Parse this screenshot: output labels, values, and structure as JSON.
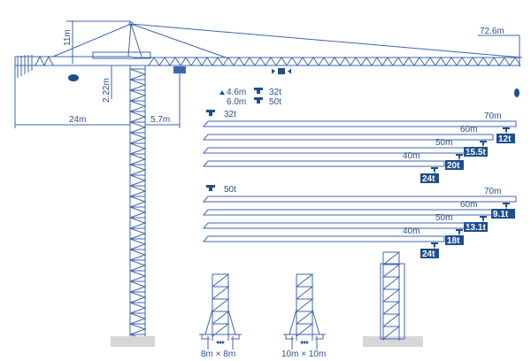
{
  "colors": {
    "line": "#3d66b0",
    "badge": "#1f4e8c",
    "ground": "#d6d6d6"
  },
  "dimensions": {
    "height_top": "11m",
    "jib_length": "72.6m",
    "counter_jib": "24m",
    "tower_offset": "5.7m",
    "trolley_height": "2.22m"
  },
  "hook_heights": [
    {
      "height": "4.6m",
      "capacity": "32t"
    },
    {
      "height": "6.0m",
      "capacity": "50t"
    }
  ],
  "load_groups": [
    {
      "hook": "32t",
      "rows": [
        {
          "radius": "70m",
          "load": "12t"
        },
        {
          "radius": "60m",
          "load": "15.5t"
        },
        {
          "radius": "50m",
          "load": "20t"
        },
        {
          "radius": "40m",
          "load": "24t"
        }
      ]
    },
    {
      "hook": "50t",
      "rows": [
        {
          "radius": "70m",
          "load": "9.1t"
        },
        {
          "radius": "60m",
          "load": "13.1t"
        },
        {
          "radius": "50m",
          "load": "18t"
        },
        {
          "radius": "40m",
          "load": "24t"
        }
      ]
    }
  ],
  "bases": [
    {
      "label": "8m × 8m"
    },
    {
      "label": "10m × 10m"
    }
  ]
}
